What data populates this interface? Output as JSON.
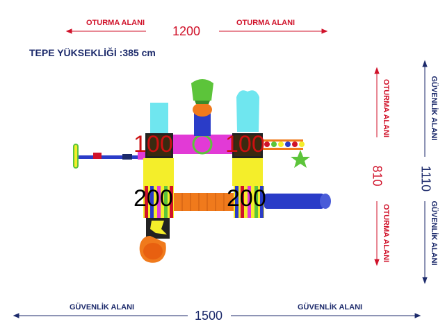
{
  "top": {
    "left_label": "OTURMA ALANI",
    "value": "1200",
    "right_label": "OTURMA ALANI"
  },
  "height_label": "TEPE YÜKSEKLİĞİ :385 cm",
  "right_inner": {
    "top_label": "OTURMA ALANI",
    "value": "810",
    "bottom_label": "OTURMA ALANI"
  },
  "right_outer": {
    "top_label": "GÜVENLİK ALANI",
    "value": "1110",
    "bottom_label": "GÜVENLİK ALANI"
  },
  "bottom": {
    "left_label": "GÜVENLİK ALANI",
    "value": "1500",
    "right_label": "GÜVENLİK ALANI"
  },
  "platforms": {
    "top_left": "100",
    "top_right": "100",
    "bottom_left": "200",
    "bottom_right": "200"
  },
  "colors": {
    "red": "#d0122a",
    "navy": "#1c2a6b",
    "yellow": "#f4ee2a",
    "magenta": "#e23ad6",
    "orange": "#f07a1c",
    "blue": "#2a3cc8",
    "cyan": "#6fe6ef",
    "green": "#5cc43a"
  }
}
